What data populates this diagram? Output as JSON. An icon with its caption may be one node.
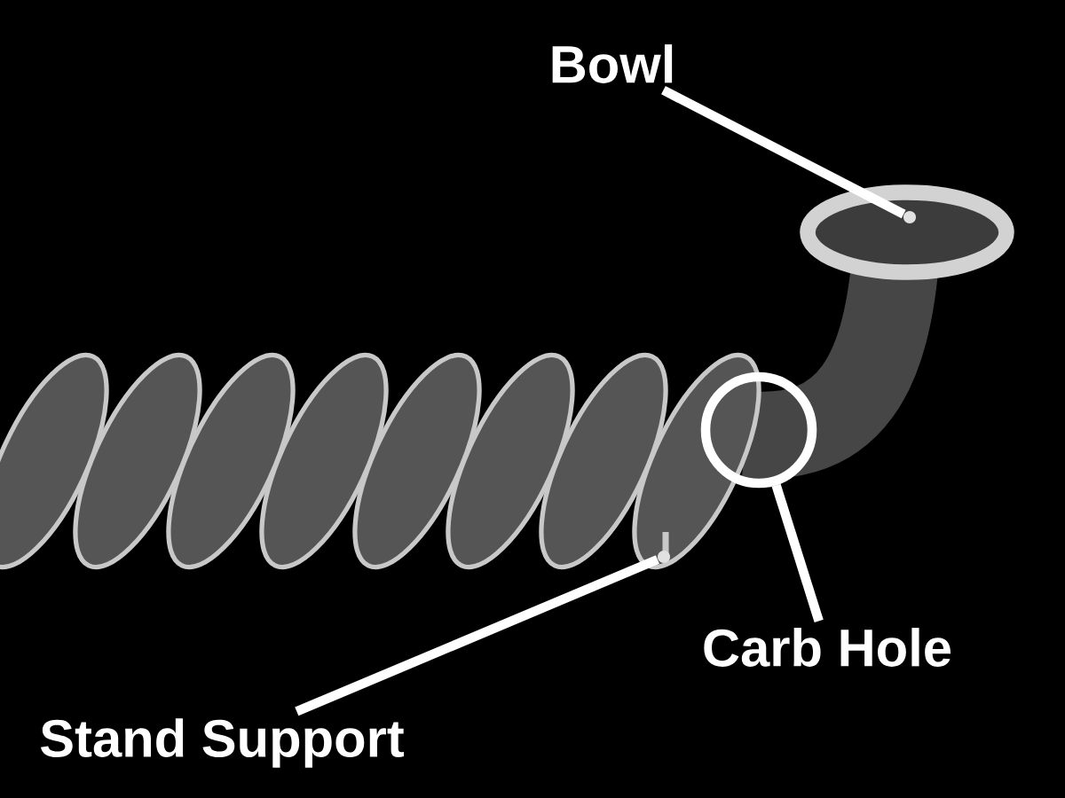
{
  "diagram": {
    "nodes": [
      {
        "text": [
          "Bowl"
        ]
      },
      {
        "text": [],
        "shape": "dot"
      },
      {
        "text": [],
        "shape": "circle"
      },
      {
        "text": [
          "Carb Hole"
        ]
      },
      {
        "text": [],
        "shape": "dot"
      },
      {
        "text": [
          "Stand Support"
        ]
      }
    ],
    "edges": [
      {
        "from": 0,
        "to": 1,
        "arrow": "none"
      },
      {
        "from": 3,
        "to": 2,
        "arrow": "none"
      },
      {
        "from": 5,
        "to": 4,
        "arrow": "none"
      }
    ]
  }
}
